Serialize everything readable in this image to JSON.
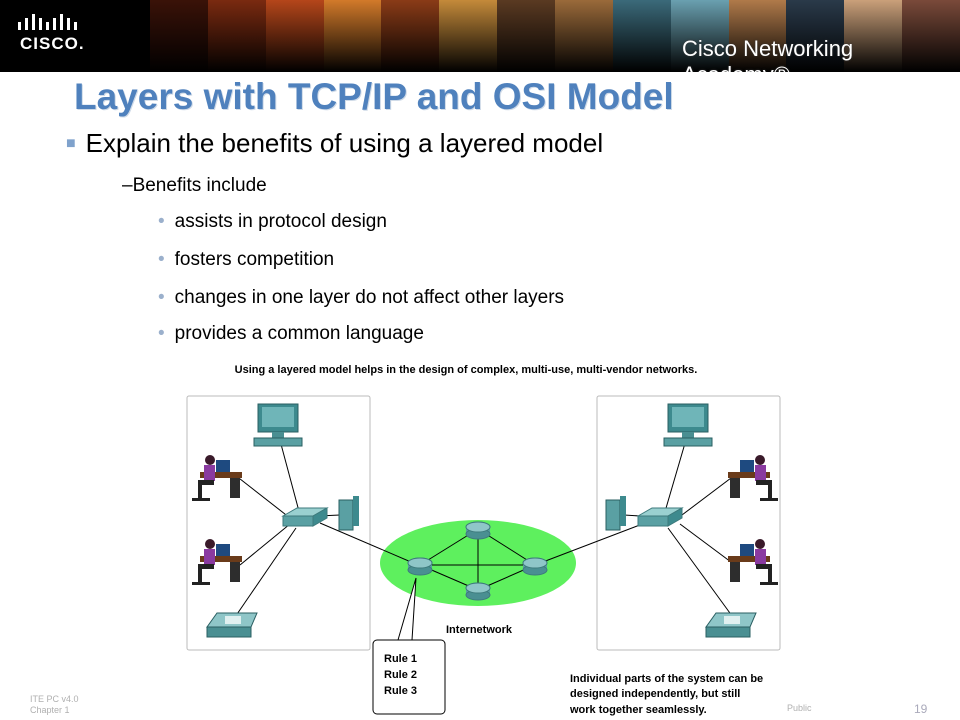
{
  "header": {
    "logo_text": "CISCO.",
    "academy_text": "Cisco Networking Academy®",
    "banner_colors": [
      "#3a1208",
      "#7a2a10",
      "#b5461a",
      "#d27a2a",
      "#8a3b17",
      "#c48a3a",
      "#5a3a22",
      "#9a6a3a",
      "#3b6a7a",
      "#6aa0b0",
      "#b07a4a",
      "#2a3a4a",
      "#caa07a",
      "#7a4a3a"
    ]
  },
  "slide": {
    "title": "Layers with TCP/IP and OSI Model",
    "bullet1": "Explain the benefits of using a layered model",
    "bullet2": "–Benefits include",
    "bullets3": [
      "assists in protocol design",
      "fosters competition",
      "changes in one layer do not affect other layers",
      "provides a common language"
    ]
  },
  "figure": {
    "caption": "Using a layered model helps in the design of complex, multi-use, multi-vendor networks.",
    "cloud_label": "Internetwork",
    "rules": [
      "Rule 1",
      "Rule 2",
      "Rule 3"
    ],
    "note": [
      "Individual parts of the system can be",
      "designed independently, but still",
      "work together seamlessly."
    ],
    "cloud_color": "#5ef05e"
  },
  "footer": {
    "left": [
      "ITE PC v4.0",
      "Chapter 1"
    ],
    "right": "Public",
    "page": "19"
  }
}
